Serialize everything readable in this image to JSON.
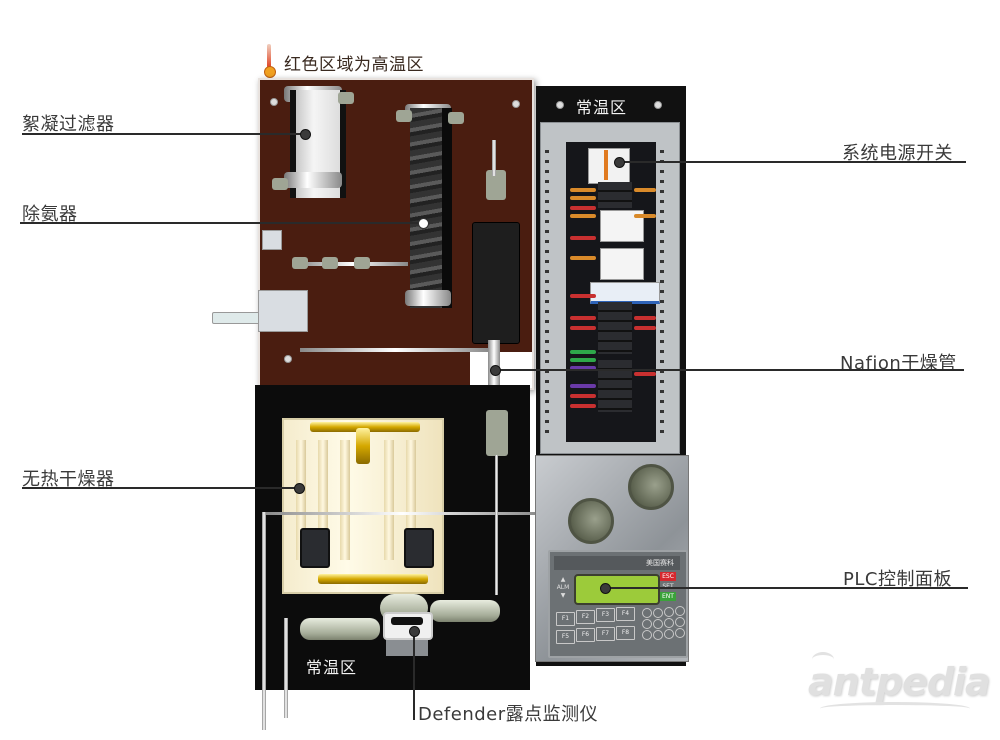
{
  "legend": {
    "icon": "thermometer-icon",
    "text": "红色区域为高温区",
    "hot_color": "#4a1d10"
  },
  "zones": {
    "normal_top": "常温区",
    "normal_bottom": "常温区"
  },
  "callouts": {
    "coalescing_filter": "絮凝过滤器",
    "ammonia_remover": "除氨器",
    "heatless_dryer": "无热干燥器",
    "power_switch": "系统电源开关",
    "nafion_dryer": "Nafion干燥管",
    "plc_panel": "PLC控制面板",
    "dewpoint_monitor": "Defender露点监测仪"
  },
  "plc": {
    "brand": "美国赛科",
    "esc": "ESC",
    "set": "SET",
    "ent": "ENT",
    "alm": "ALM",
    "up": "▲",
    "down": "▼",
    "fkeys": [
      "F1",
      "F2",
      "F3",
      "F4",
      "F5",
      "F6",
      "F7",
      "F8"
    ],
    "esc_color": "#d6282e",
    "ent_color": "#3aa23a",
    "screen_color": "#9ccb3a"
  },
  "watermark": "antpedia"
}
